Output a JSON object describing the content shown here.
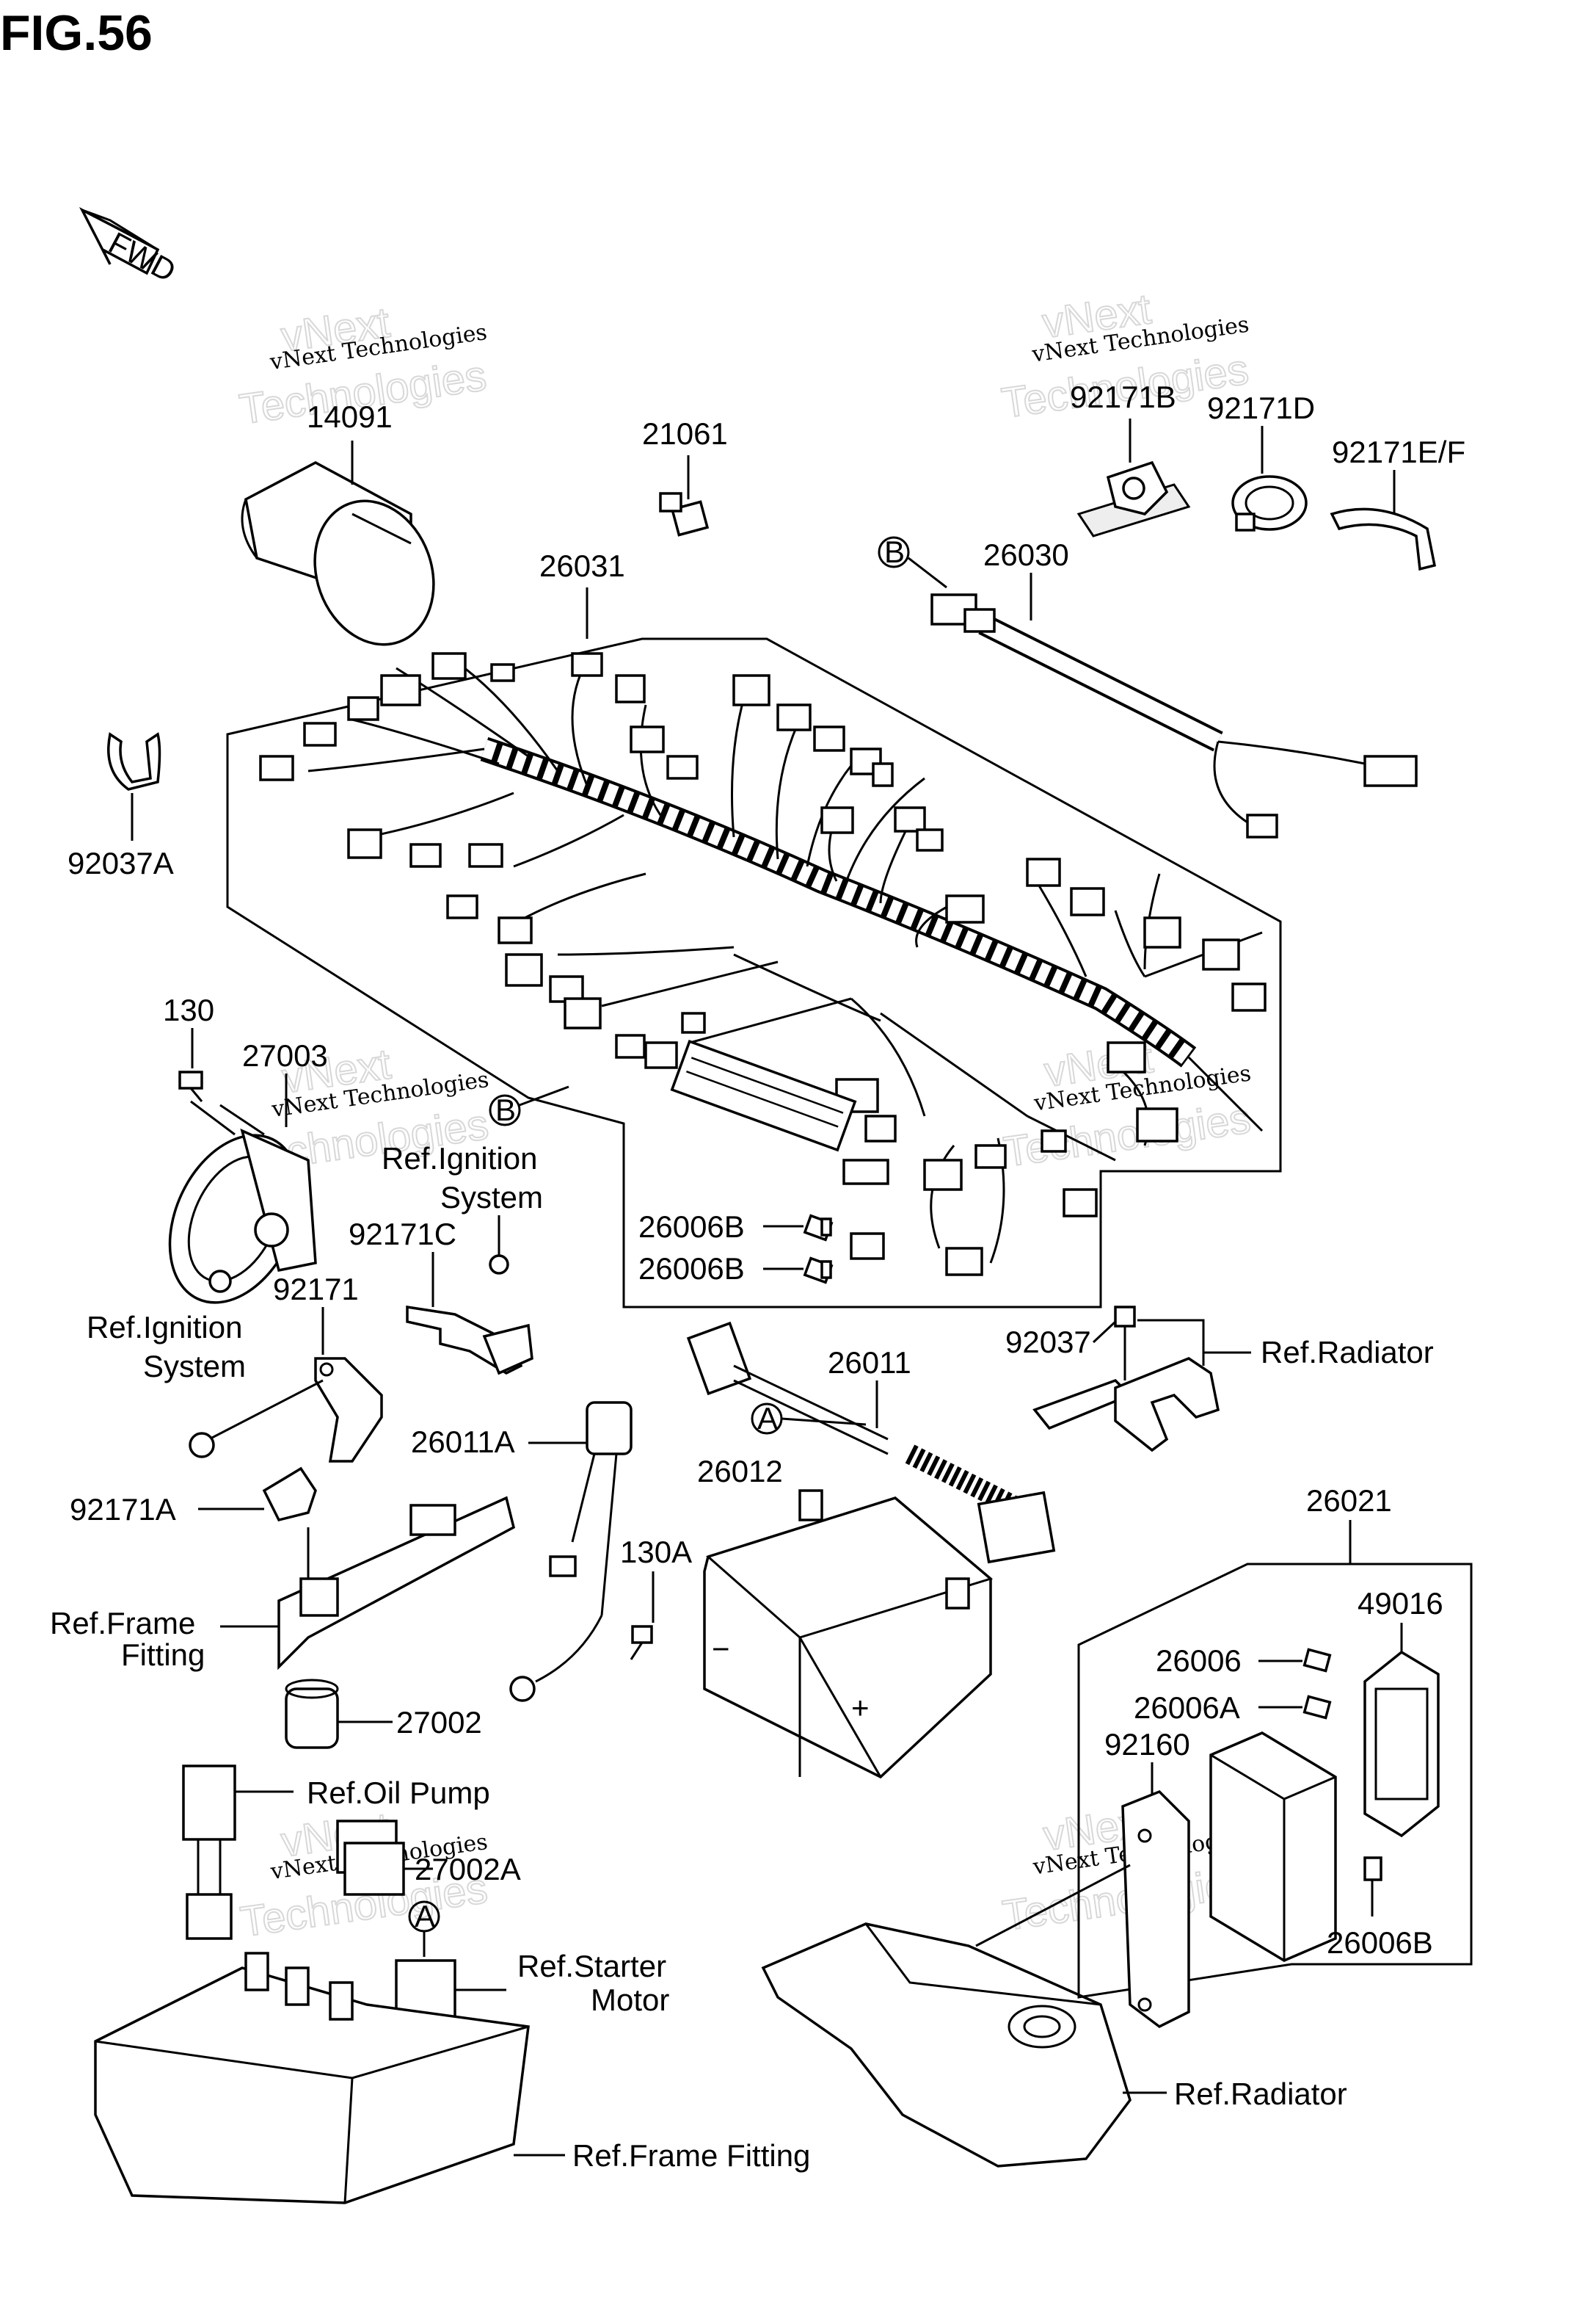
{
  "figure": {
    "title": "FIG.56",
    "fwd_label": "FWD"
  },
  "watermark": {
    "line1": "vNext Technologies",
    "big1": "vNext",
    "big2": "Technologies"
  },
  "part_numbers": {
    "p14091": "14091",
    "p21061": "21061",
    "p92171B": "92171B",
    "p92171D": "92171D",
    "p92171EF": "92171E/F",
    "p26031": "26031",
    "p26030": "26030",
    "p92037A": "92037A",
    "p130": "130",
    "p27003": "27003",
    "p92171C": "92171C",
    "p92171": "92171",
    "p26006B_1": "26006B",
    "p26006B_2": "26006B",
    "p92037": "92037",
    "p26011": "26011",
    "p26011A": "26011A",
    "p26012": "26012",
    "p130A": "130A",
    "p92171A": "92171A",
    "p26021": "26021",
    "p49016": "49016",
    "p26006": "26006",
    "p26006A": "26006A",
    "p92160": "92160",
    "p27002": "27002",
    "p27002A": "27002A",
    "p26006B_3": "26006B"
  },
  "callouts": {
    "A": "A",
    "B": "B"
  },
  "references": {
    "ignition1_l1": "Ref.Ignition",
    "ignition1_l2": "System",
    "ignition2_l1": "Ref.Ignition",
    "ignition2_l2": "System",
    "radiator_top": "Ref.Radiator",
    "frame_l1": "Ref.Frame",
    "frame_l2": "Fitting",
    "oil_pump": "Ref.Oil Pump",
    "starter_l1": "Ref.Starter",
    "starter_l2": "Motor",
    "radiator_bottom": "Ref.Radiator",
    "frame_bottom": "Ref.Frame Fitting"
  }
}
